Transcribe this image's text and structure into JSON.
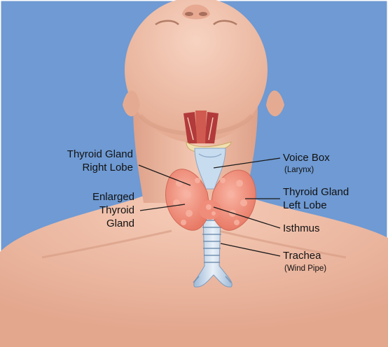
{
  "diagram": {
    "colors": {
      "background": "#6f9ad3",
      "skin": "#f1c3ad",
      "skin_shadow": "#d99e86",
      "thyroid": "#f08d7a",
      "thyroid_highlight": "#f8b3a2",
      "cartilage": "#c8dcef",
      "muscle": "#b23a3a",
      "hyoid": "#f2dfb0"
    },
    "labels": {
      "right_lobe": {
        "line1": "Thyroid Gland",
        "line2": "Right Lobe"
      },
      "enlarged": {
        "line1": "Enlarged",
        "line2": "Thyroid",
        "line3": "Gland"
      },
      "voice_box": {
        "main": "Voice Box",
        "sub": "(Larynx)"
      },
      "left_lobe": {
        "line1": "Thyroid Gland",
        "line2": "Left Lobe"
      },
      "isthmus": {
        "main": "Isthmus"
      },
      "trachea": {
        "main": "Trachea",
        "sub": "(Wind Pipe)"
      }
    }
  }
}
